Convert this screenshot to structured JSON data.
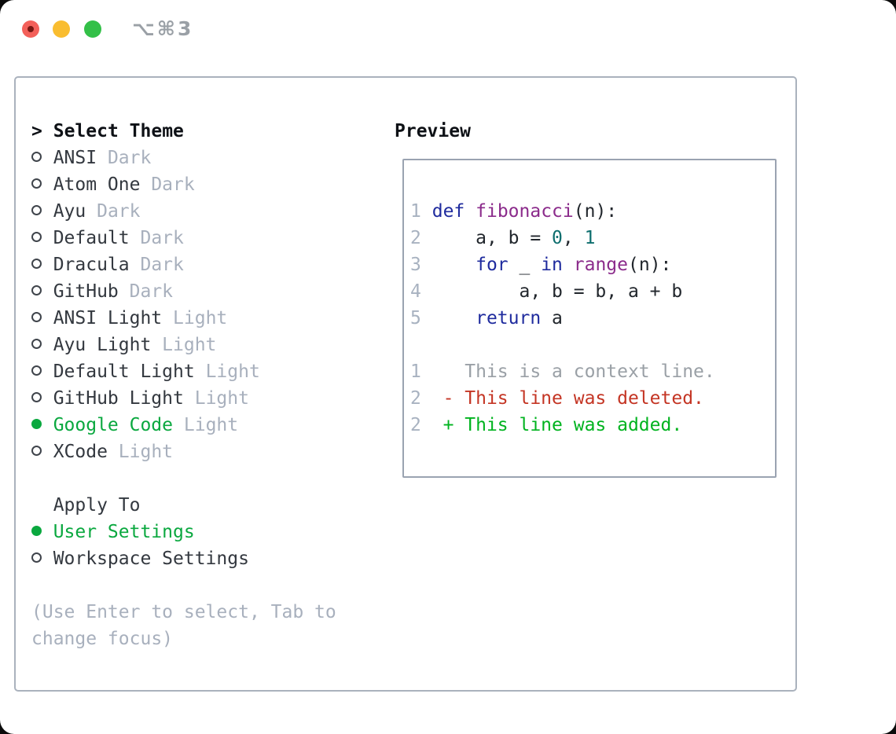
{
  "window": {
    "title": "⌥⌘3",
    "traffic_lights": [
      "close",
      "minimize",
      "zoom"
    ]
  },
  "theme_selector": {
    "prompt": ">",
    "title": "Select Theme",
    "themes": [
      {
        "name": "ANSI",
        "tag": "Dark",
        "selected": false
      },
      {
        "name": "Atom One",
        "tag": "Dark",
        "selected": false
      },
      {
        "name": "Ayu",
        "tag": "Dark",
        "selected": false
      },
      {
        "name": "Default",
        "tag": "Dark",
        "selected": false
      },
      {
        "name": "Dracula",
        "tag": "Dark",
        "selected": false
      },
      {
        "name": "GitHub",
        "tag": "Dark",
        "selected": false
      },
      {
        "name": "ANSI Light",
        "tag": "Light",
        "selected": false
      },
      {
        "name": "Ayu Light",
        "tag": "Light",
        "selected": false
      },
      {
        "name": "Default Light",
        "tag": "Light",
        "selected": false
      },
      {
        "name": "GitHub Light",
        "tag": "Light",
        "selected": false
      },
      {
        "name": "Google Code",
        "tag": "Light",
        "selected": true
      },
      {
        "name": "XCode",
        "tag": "Light",
        "selected": false
      }
    ],
    "apply_to": {
      "label": "Apply To",
      "options": [
        {
          "name": "User Settings",
          "selected": true
        },
        {
          "name": "Workspace Settings",
          "selected": false
        }
      ]
    },
    "hint_lines": [
      "(Use Enter to select, Tab to",
      "change focus)"
    ]
  },
  "preview": {
    "label": "Preview",
    "code": [
      {
        "num": "1",
        "tokens": [
          [
            "def",
            "kw"
          ],
          [
            " ",
            "pl"
          ],
          [
            "fibonacci",
            "fn"
          ],
          [
            "(n):",
            "pl"
          ]
        ]
      },
      {
        "num": "2",
        "tokens": [
          [
            "    a, b = ",
            "pl"
          ],
          [
            "0",
            "lit"
          ],
          [
            ", ",
            "pl"
          ],
          [
            "1",
            "lit"
          ]
        ]
      },
      {
        "num": "3",
        "tokens": [
          [
            "    ",
            "pl"
          ],
          [
            "for",
            "kw"
          ],
          [
            " _ ",
            "pl"
          ],
          [
            "in",
            "kw"
          ],
          [
            " ",
            "pl"
          ],
          [
            "range",
            "fn"
          ],
          [
            "(n):",
            "pl"
          ]
        ]
      },
      {
        "num": "4",
        "tokens": [
          [
            "        a, b = b, a + b",
            "pl"
          ]
        ]
      },
      {
        "num": "5",
        "tokens": [
          [
            "    ",
            "pl"
          ],
          [
            "return",
            "kw"
          ],
          [
            " a",
            "pl"
          ]
        ]
      }
    ],
    "diff": [
      {
        "num": "1",
        "marker": "",
        "text": "This is a context line.",
        "kind": "context"
      },
      {
        "num": "2",
        "marker": "-",
        "text": "This line was deleted.",
        "kind": "deleted"
      },
      {
        "num": "2",
        "marker": "+",
        "text": "This line was added.",
        "kind": "added"
      }
    ]
  },
  "colors": {
    "accent-green": "#0aa83f",
    "muted": "#a8b0bd",
    "text": "#33383f",
    "heading": "#0e1116",
    "kw": "#1f2b9e",
    "fn": "#8b2b8b",
    "lit": "#0e6e6e",
    "code-plain": "#21262c",
    "lineno": "#a8b2c0",
    "diff-context": "#9aa0a6",
    "diff-deleted": "#c43524",
    "diff-added": "#00b31f",
    "panel-border": "#aab2bd",
    "preview-border": "#9aa3b1",
    "title-gray": "#9aa0a6",
    "traffic-red": "#f3605a",
    "traffic-red-dot": "#771712",
    "traffic-yellow": "#f9bd30",
    "traffic-green": "#33c048"
  }
}
